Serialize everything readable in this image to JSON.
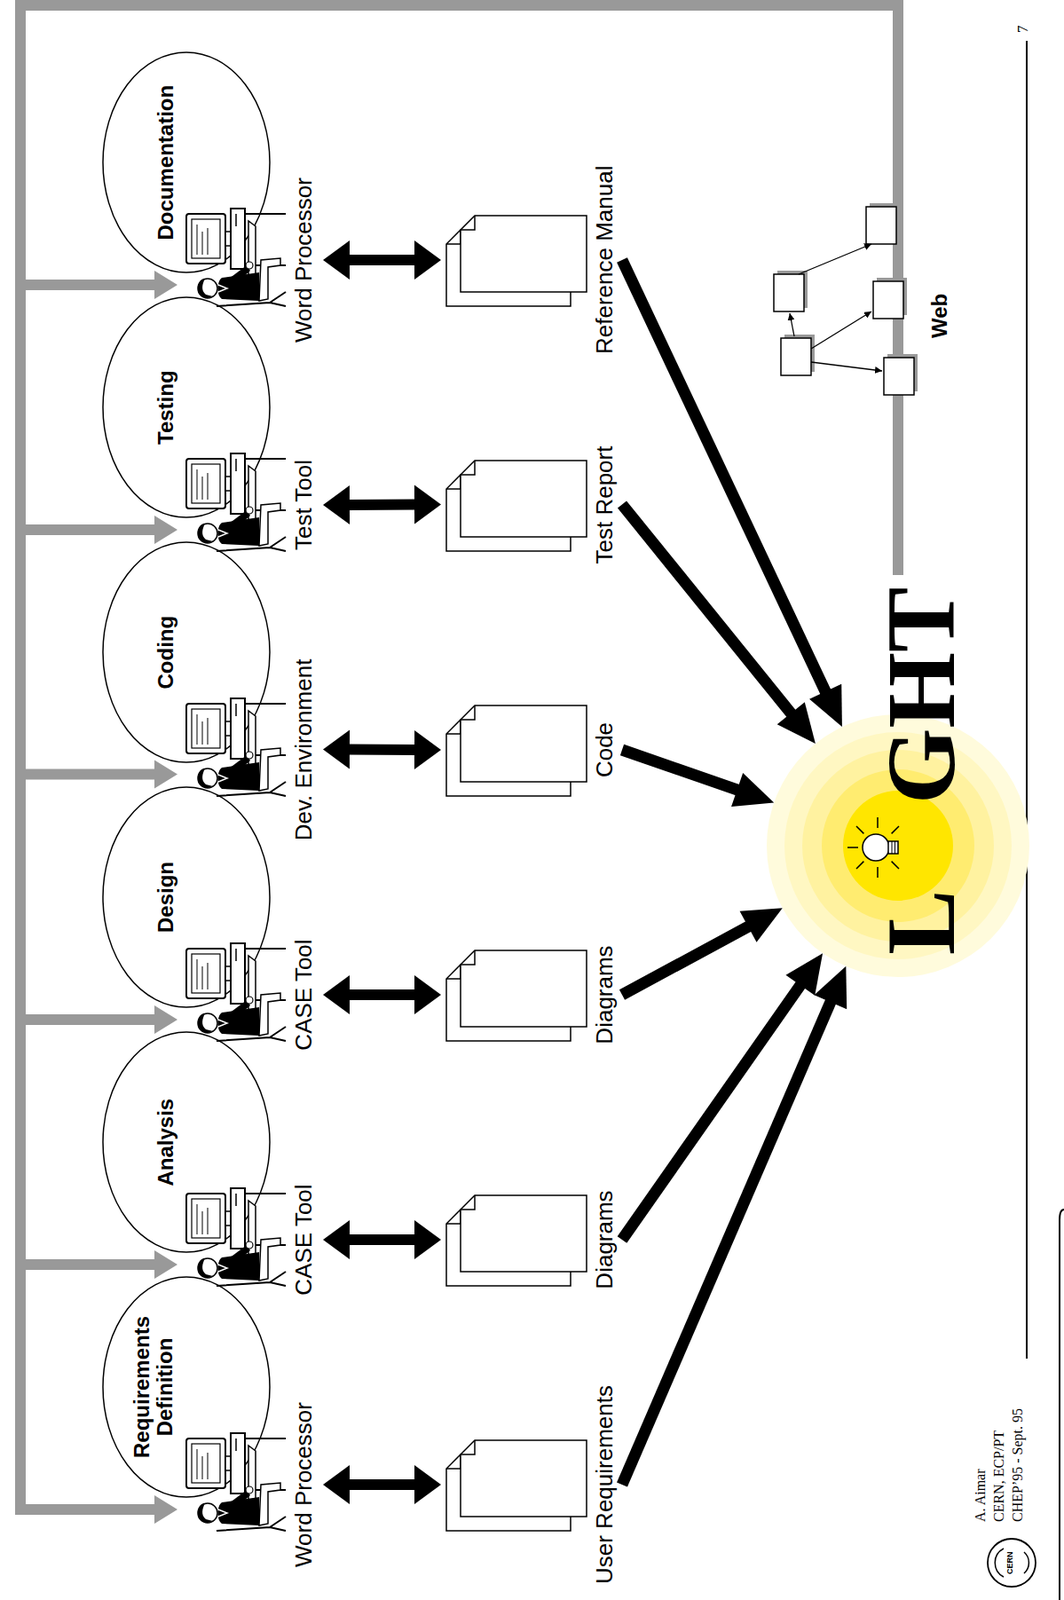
{
  "diagram": {
    "nodes": [
      {
        "text": [
          "Requirements Definition"
        ]
      },
      {
        "text": [
          "Analysis"
        ]
      },
      {
        "text": [
          "Design"
        ]
      },
      {
        "text": [
          "Coding"
        ]
      },
      {
        "text": [
          "Testing"
        ]
      },
      {
        "text": [
          "Documentation"
        ]
      },
      {
        "text": [
          "Word Processor"
        ]
      },
      {
        "text": [
          "CASE Tool"
        ]
      },
      {
        "text": [
          "CASE Tool"
        ]
      },
      {
        "text": [
          "Dev. Environment"
        ]
      },
      {
        "text": [
          "Test Tool"
        ]
      },
      {
        "text": [
          "Word Processor"
        ]
      },
      {
        "text": [
          "User Requirements"
        ]
      },
      {
        "text": [
          "Diagrams"
        ]
      },
      {
        "text": [
          "Diagrams"
        ]
      },
      {
        "text": [
          "Code"
        ]
      },
      {
        "text": [
          "Test Report"
        ]
      },
      {
        "text": [
          "Reference Manual"
        ]
      },
      {
        "text": [
          "L",
          "GHT"
        ]
      }
    ],
    "edges": [
      {
        "from": 6,
        "to": 12,
        "arrow": "both"
      },
      {
        "from": 7,
        "to": 13,
        "arrow": "both"
      },
      {
        "from": 8,
        "to": 14,
        "arrow": "both"
      },
      {
        "from": 9,
        "to": 15,
        "arrow": "both"
      },
      {
        "from": 10,
        "to": 16,
        "arrow": "both"
      },
      {
        "from": 11,
        "to": 17,
        "arrow": "both"
      },
      {
        "from": 12,
        "to": 18,
        "arrow": "to"
      },
      {
        "from": 13,
        "to": 18,
        "arrow": "to"
      },
      {
        "from": 14,
        "to": 18,
        "arrow": "to"
      },
      {
        "from": 15,
        "to": 18,
        "arrow": "to"
      },
      {
        "from": 16,
        "to": 18,
        "arrow": "to"
      },
      {
        "from": 17,
        "to": 18,
        "arrow": "to"
      },
      {
        "from": 18,
        "to": 6,
        "arrow": "to"
      },
      {
        "from": 18,
        "to": 7,
        "arrow": "to"
      },
      {
        "from": 18,
        "to": 8,
        "arrow": "to"
      },
      {
        "from": 18,
        "to": 9,
        "arrow": "to"
      },
      {
        "from": 18,
        "to": 10,
        "arrow": "to"
      },
      {
        "from": 18,
        "to": 11,
        "arrow": "to"
      }
    ],
    "labels": [
      "Web",
      "A. Aimar",
      "CERN, ECP/PT",
      "CHEP’95 - Sept. 95",
      "7",
      "CERN"
    ]
  }
}
